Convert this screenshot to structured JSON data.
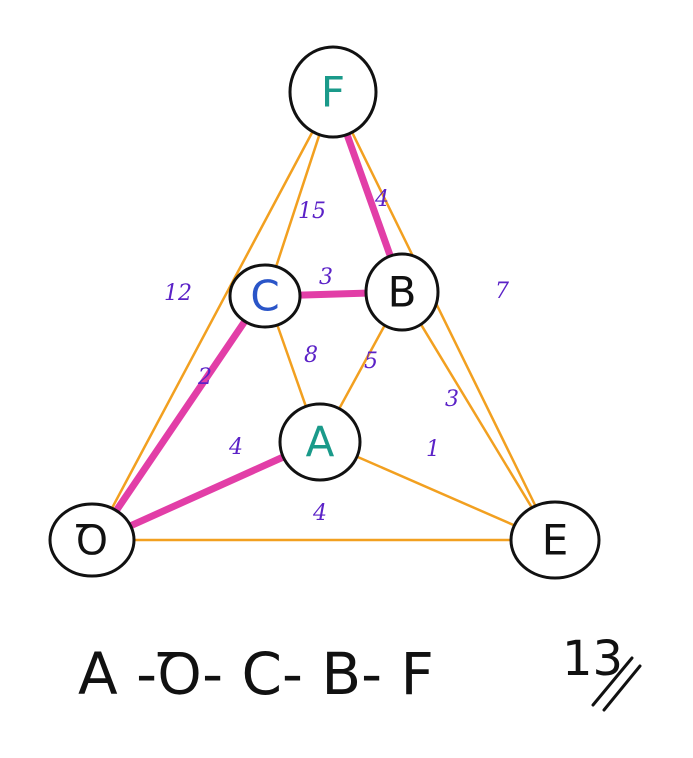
{
  "graph": {
    "nodes": [
      {
        "id": "F",
        "label": "F",
        "color": "#1a9a8a"
      },
      {
        "id": "C",
        "label": "C",
        "color": "#2a55c8"
      },
      {
        "id": "B",
        "label": "B",
        "color": "#111111"
      },
      {
        "id": "A",
        "label": "A",
        "color": "#1a9a8a"
      },
      {
        "id": "D",
        "label": "Ꝺ",
        "color": "#111111"
      },
      {
        "id": "E",
        "label": "E",
        "color": "#111111"
      }
    ],
    "edges": [
      {
        "from": "F",
        "to": "D",
        "weight": "12",
        "highlight": false
      },
      {
        "from": "F",
        "to": "C",
        "weight": "15",
        "highlight": false
      },
      {
        "from": "F",
        "to": "B",
        "weight": "4",
        "highlight": true
      },
      {
        "from": "F",
        "to": "E",
        "weight": "7",
        "highlight": false
      },
      {
        "from": "C",
        "to": "B",
        "weight": "3",
        "highlight": true
      },
      {
        "from": "C",
        "to": "D",
        "weight": "2",
        "highlight": true
      },
      {
        "from": "C",
        "to": "A",
        "weight": "8",
        "highlight": false
      },
      {
        "from": "B",
        "to": "A",
        "weight": "5",
        "highlight": false
      },
      {
        "from": "B",
        "to": "E",
        "weight": "3",
        "highlight": false
      },
      {
        "from": "A",
        "to": "D",
        "weight": "4",
        "highlight": true
      },
      {
        "from": "A",
        "to": "E",
        "weight": "1",
        "highlight": false
      },
      {
        "from": "D",
        "to": "E",
        "weight": "4",
        "highlight": false
      }
    ]
  },
  "path": {
    "text": "A -Ꝺ- C- B- F",
    "total": "13"
  },
  "colors": {
    "edge": "#f2a020",
    "highlight": "#e23ea7",
    "weight": "#5b22c7",
    "node_outline": "#111111"
  }
}
